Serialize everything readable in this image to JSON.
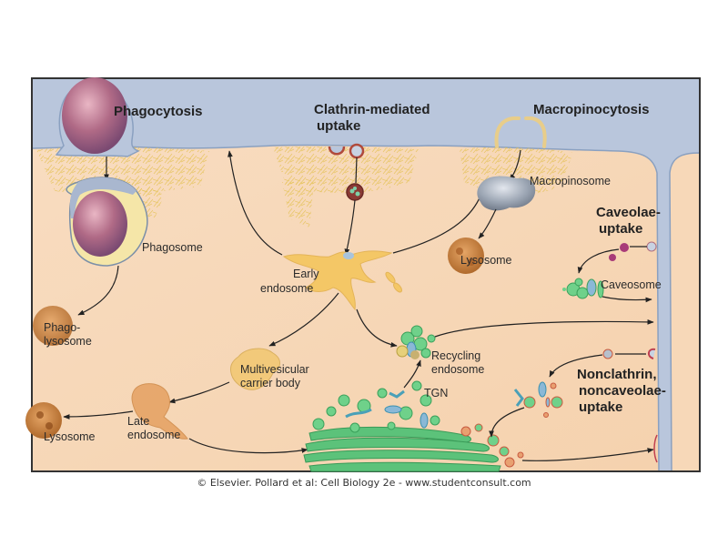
{
  "figure": {
    "titles": {
      "phagocytosis": "Phagocytosis",
      "clathrin_line1": "Clathrin-mediated",
      "clathrin_line2": "uptake",
      "macropinocytosis": "Macropinocytosis",
      "caveolae_line1": "Caveolae-",
      "caveolae_line2": "uptake",
      "nonclathrin_line1": "Nonclathrin,",
      "nonclathrin_line2": "noncaveolae-",
      "nonclathrin_line3": "uptake"
    },
    "labels": {
      "phagosome": "Phagosome",
      "phagolysosome_line1": "Phago-",
      "phagolysosome_line2": "lysosome",
      "early_endosome_line1": "Early",
      "early_endosome_line2": "endosome",
      "macropinosome": "Macropinosome",
      "lysosome_right": "Lysosome",
      "caveosome": "Caveosome",
      "recycling_line1": "Recycling",
      "recycling_line2": "endosome",
      "mvb_line1": "Multivesicular",
      "mvb_line2": "carrier body",
      "tgn": "TGN",
      "late_endosome_line1": "Late",
      "late_endosome_line2": "endosome",
      "lysosome_left": "Lysosome"
    },
    "colors": {
      "extracellular": "#b9c6dc",
      "cytoplasm": "#f7d9b8",
      "membrane": "#8aa0c0",
      "actin": "#e3c24e",
      "golgi": "#5cc27a",
      "lysosome": "#c9803e",
      "endosome": "#f4c766",
      "clathrin": "#b04a3c"
    }
  },
  "credit": "© Elsevier. Pollard et al: Cell Biology 2e - www.studentconsult.com"
}
